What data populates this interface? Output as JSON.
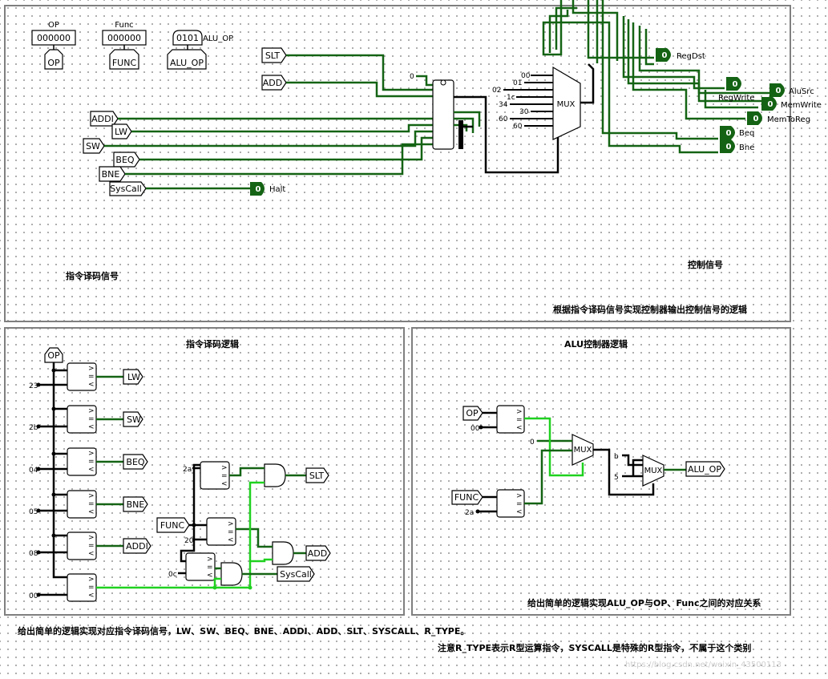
{
  "top": {
    "inputs": {
      "op": "OP",
      "func": "Func",
      "op_value": "000000",
      "func_value": "000000",
      "aluop_value": "0101",
      "aluop_label": "ALU_OP"
    },
    "tunnels": {
      "op": "OP",
      "func": "FUNC",
      "aluop": "ALU_OP"
    },
    "left_tunnels": [
      "SLT",
      "ADD",
      "ADDI",
      "LW",
      "SW",
      "BEQ",
      "BNE",
      "SysCall"
    ],
    "const_zero": "0",
    "mux_label": "MUX",
    "mux_inputs": [
      "00",
      "01",
      "02",
      "1c",
      "34",
      "30",
      "60",
      "60"
    ],
    "outputs": [
      {
        "name": "RegDst",
        "value": "0"
      },
      {
        "name": "RegWrite",
        "value": "0"
      },
      {
        "name": "AluSrc",
        "value": "0"
      },
      {
        "name": "MemWrite",
        "value": "0"
      },
      {
        "name": "MemToReg",
        "value": "0"
      },
      {
        "name": "Beq",
        "value": "0"
      },
      {
        "name": "Bne",
        "value": "0"
      },
      {
        "name": "Halt",
        "value": "0"
      }
    ],
    "label_decode": "指令译码信号",
    "label_control": "控制信号",
    "caption": "根据指令译码信号实现控制器输出控制信号的逻辑"
  },
  "decode": {
    "title": "指令译码逻辑",
    "op": "OP",
    "consts": [
      "23",
      "2b",
      "04",
      "05",
      "08",
      "00"
    ],
    "outs": [
      "LW",
      "SW",
      "BEQ",
      "BNE",
      "ADDI"
    ],
    "func": "FUNC",
    "func_consts": [
      "2a",
      "20",
      "0c"
    ],
    "r_outs": [
      "SLT",
      "ADD",
      "SysCall"
    ]
  },
  "alu": {
    "title": "ALU控制器逻辑",
    "op": "OP",
    "op_const": "00",
    "func": "FUNC",
    "func_const": "2a",
    "zero": "0",
    "b": "b",
    "five": "5",
    "mux": "MUX",
    "out": "ALU_OP",
    "caption": "给出简单的逻辑实现ALU_OP与OP、Func之间的对应关系"
  },
  "notes": {
    "line1": "给出简单的逻辑实现对应指令译码信号，LW、SW、BEQ、BNE、ADDI、ADD、SLT、SYSCALL、R_TYPE。",
    "line2": "注意R_TYPE表示R型运算指令，SYSCALL是特殊的R型指令，不属于这个类别",
    "watermark": "https://blog.csdn.net/weixin_43500113"
  }
}
